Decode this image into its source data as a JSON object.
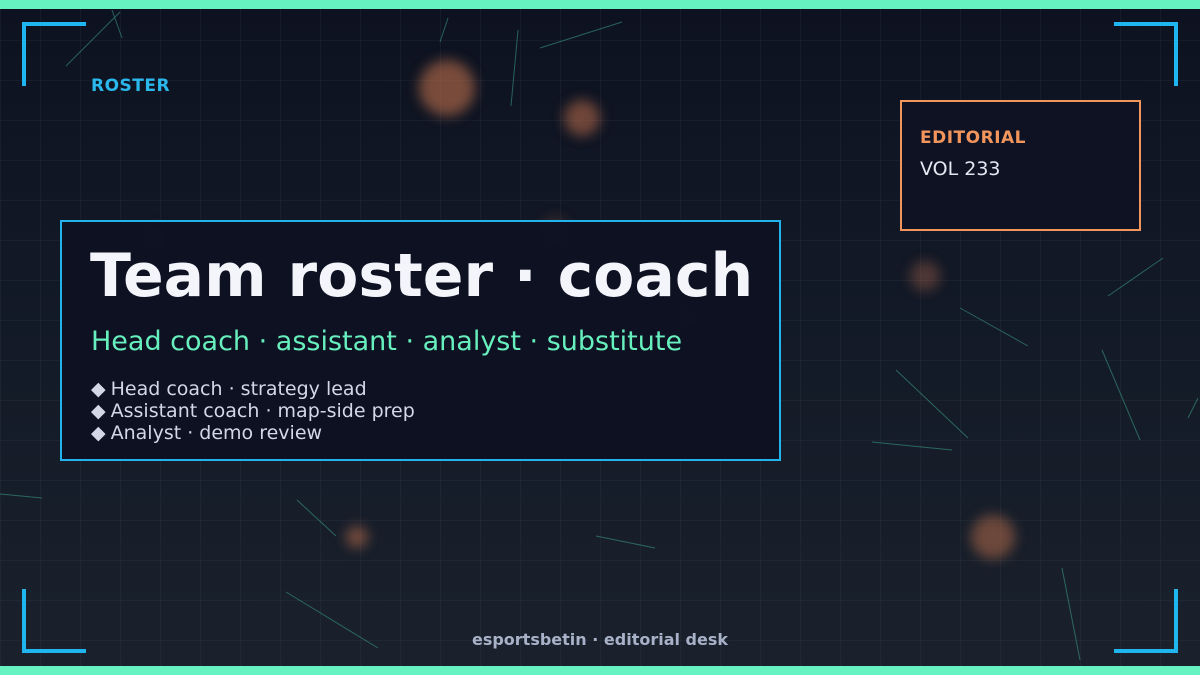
{
  "header": {
    "section_label": "ROSTER"
  },
  "badge": {
    "title": "EDITORIAL",
    "volume": "VOL 233"
  },
  "main": {
    "title": "Team roster · coach",
    "subtitle": "Head coach · assistant · analyst · substitute",
    "bullet_marker": "◆",
    "bullets": [
      "Head coach · strategy lead",
      "Assistant coach · map-side prep",
      "Analyst · demo review"
    ]
  },
  "footer": {
    "text": "esportsbetin · editorial desk"
  },
  "colors": {
    "accent_mint": "#67f2c2",
    "accent_cyan": "#23b3ec",
    "accent_orange": "#f2955c",
    "background": "#0d1220"
  }
}
